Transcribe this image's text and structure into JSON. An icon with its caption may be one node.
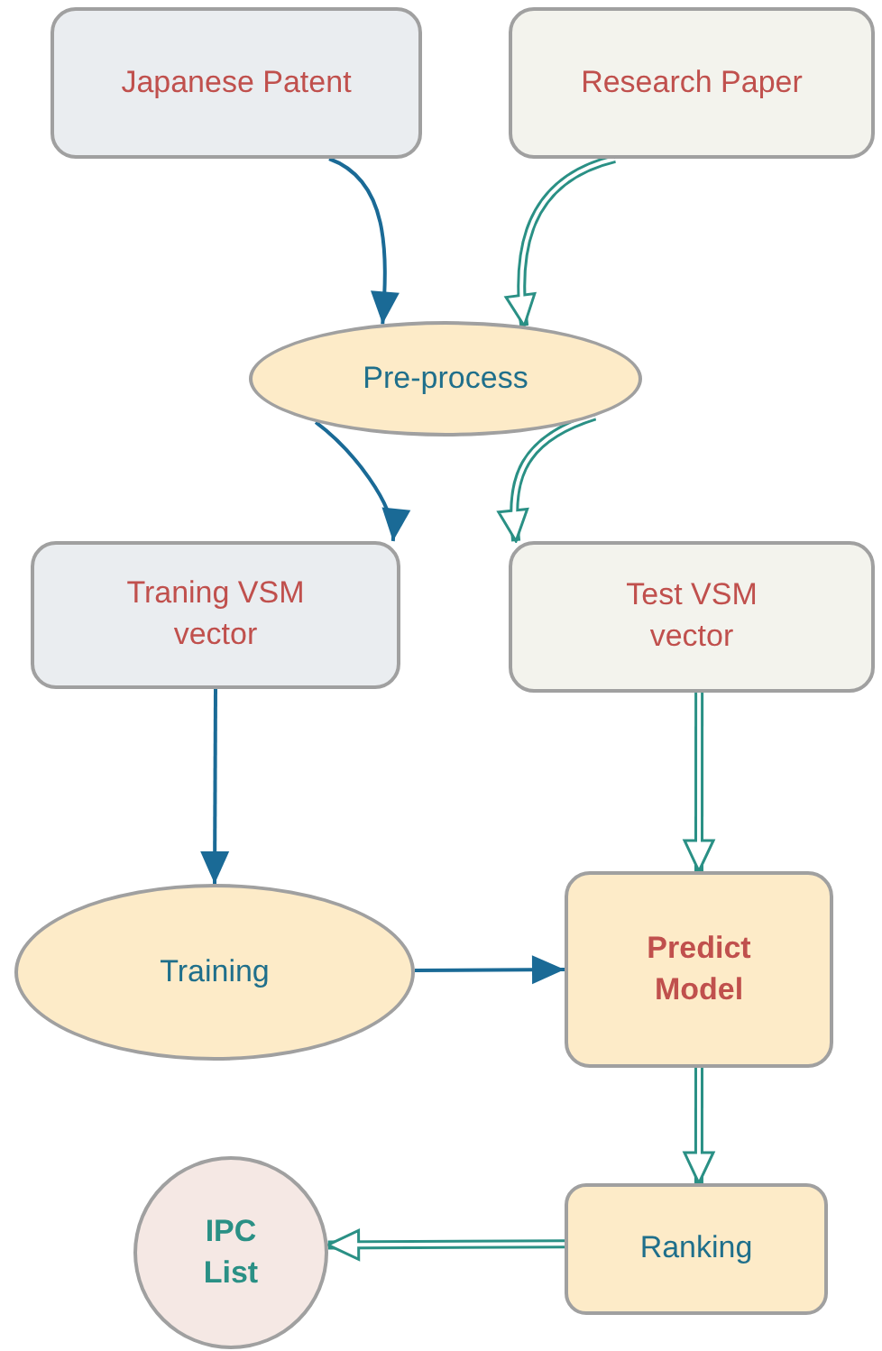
{
  "diagram": {
    "nodes": [
      {
        "text": [
          "Japanese Patent"
        ]
      },
      {
        "text": [
          "Research Paper"
        ]
      },
      {
        "text": [
          "Pre-process"
        ]
      },
      {
        "text": [
          "Traning VSM vector"
        ]
      },
      {
        "text": [
          "Test VSM vector"
        ]
      },
      {
        "text": [
          "Training"
        ]
      },
      {
        "text": [
          "Predict Model"
        ]
      },
      {
        "text": [
          "Ranking"
        ]
      },
      {
        "text": [
          "IPC List"
        ]
      }
    ],
    "edges": [
      {
        "from": 0,
        "to": 2,
        "arrow": "to"
      },
      {
        "from": 1,
        "to": 2,
        "arrow": "to",
        "color": "#2a9085"
      },
      {
        "from": 2,
        "to": 3,
        "arrow": "to"
      },
      {
        "from": 2,
        "to": 4,
        "arrow": "to",
        "color": "#2a9085"
      },
      {
        "from": 3,
        "to": 5,
        "arrow": "to"
      },
      {
        "from": 4,
        "to": 6,
        "arrow": "to",
        "color": "#2a9085"
      },
      {
        "from": 5,
        "to": 6,
        "arrow": "to"
      },
      {
        "from": 6,
        "to": 7,
        "arrow": "to",
        "color": "#2a9085"
      },
      {
        "from": 7,
        "to": 8,
        "arrow": "to",
        "color": "#2a9085"
      }
    ]
  }
}
